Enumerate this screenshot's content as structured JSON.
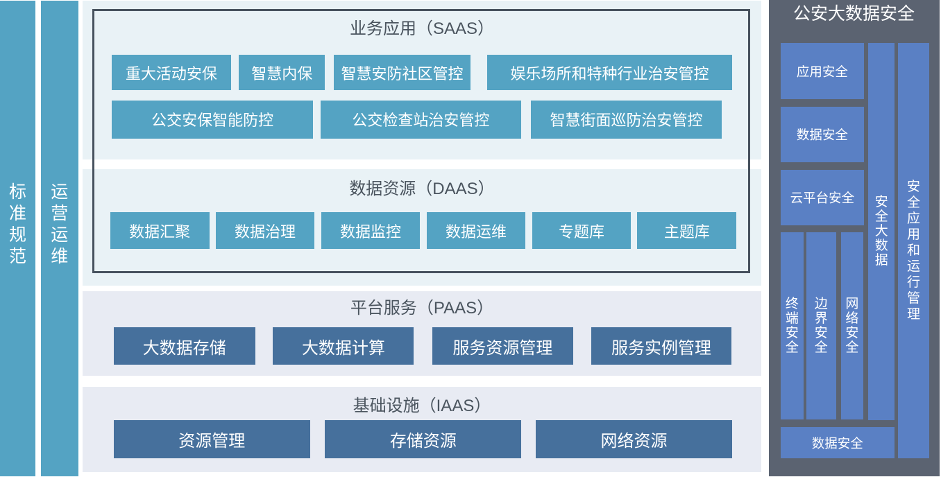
{
  "palette": {
    "teal": "#54a3c3",
    "light_blue_panel": "#e9f2f6",
    "light_gray_panel": "#e8ebf3",
    "steel_blue": "#46709c",
    "security_panel_bg": "#5b6371",
    "security_block_blue": "#5a80c4",
    "border_dark": "#47525e",
    "title_text": "#4a545e",
    "button_text": "#ffffff"
  },
  "left_bars": {
    "standards": "标准规范",
    "operations": "运营运维"
  },
  "layers": {
    "saas": {
      "title": "业务应用（SAAS）",
      "row1": [
        "重大活动安保",
        "智慧内保",
        "智慧安防社区管控",
        "娱乐场所和特种行业治安管控"
      ],
      "row2": [
        "公交安保智能防控",
        "公交检查站治安管控",
        "智慧街面巡防治安管控"
      ]
    },
    "daas": {
      "title": "数据资源（DAAS）",
      "items": [
        "数据汇聚",
        "数据治理",
        "数据监控",
        "数据运维",
        "专题库",
        "主题库"
      ]
    },
    "paas": {
      "title": "平台服务（PAAS）",
      "items": [
        "大数据存储",
        "大数据计算",
        "服务资源管理",
        "服务实例管理"
      ]
    },
    "iaas": {
      "title": "基础设施（IAAS）",
      "items": [
        "资源管理",
        "存储资源",
        "网络资源"
      ]
    }
  },
  "security_panel": {
    "title": "公安大数据安全",
    "blocks": [
      "应用安全",
      "数据安全",
      "云平台安全"
    ],
    "narrow_columns": [
      "终端安全",
      "边界安全",
      "网络安全"
    ],
    "tall_columns": [
      "安全大数据",
      "安全应用和运行管理"
    ],
    "bottom_block": "数据安全"
  }
}
